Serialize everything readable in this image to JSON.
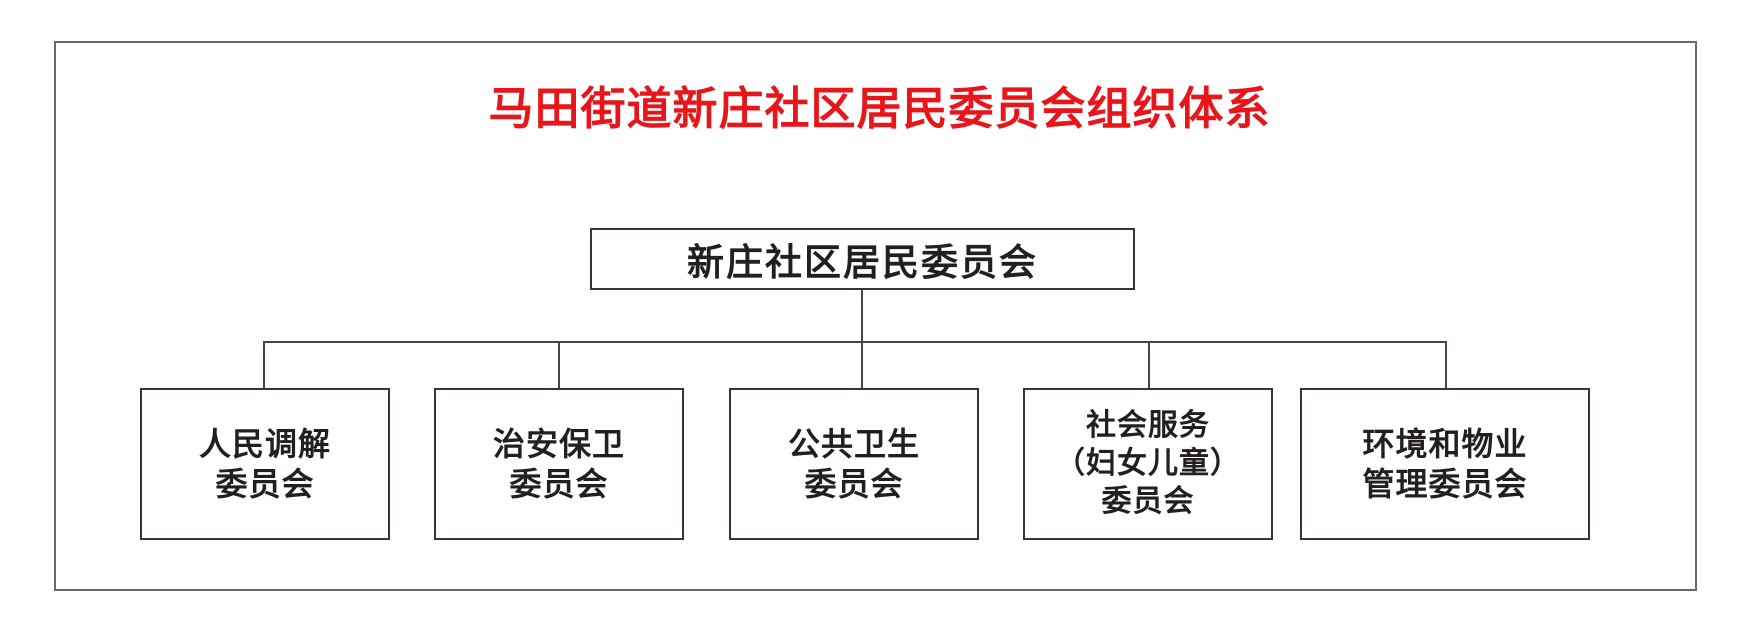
{
  "chart_data": {
    "type": "diagram",
    "diagram_type": "organizational-chart",
    "title": "马田街道新庄社区居民委员会组织体系",
    "title_color": "#e8151b",
    "node_border_color": "#3a3432",
    "frame_border_color": "#6b6764",
    "background": "#ffffff",
    "orientation": "top-down",
    "root": {
      "id": "root",
      "label": "新庄社区居民委员会"
    },
    "children": [
      {
        "id": "leaf-0",
        "label": "人民调解\n委员会",
        "line1": "人民调解",
        "line2": "委员会"
      },
      {
        "id": "leaf-1",
        "label": "治安保卫\n委员会",
        "line1": "治安保卫",
        "line2": "委员会"
      },
      {
        "id": "leaf-2",
        "label": "公共卫生\n委员会",
        "line1": "公共卫生",
        "line2": "委员会"
      },
      {
        "id": "leaf-3",
        "label": "社会服务\n（妇女儿童）\n委员会",
        "line1": "社会服务",
        "line2": "（妇女儿童）",
        "line3": "委员会"
      },
      {
        "id": "leaf-4",
        "label": "环境和物业\n管理委员会",
        "line1": "环境和物业",
        "line2": "管理委员会"
      }
    ],
    "edges": [
      {
        "from": "root",
        "to": "leaf-0"
      },
      {
        "from": "root",
        "to": "leaf-1"
      },
      {
        "from": "root",
        "to": "leaf-2"
      },
      {
        "from": "root",
        "to": "leaf-3"
      },
      {
        "from": "root",
        "to": "leaf-4"
      }
    ]
  }
}
